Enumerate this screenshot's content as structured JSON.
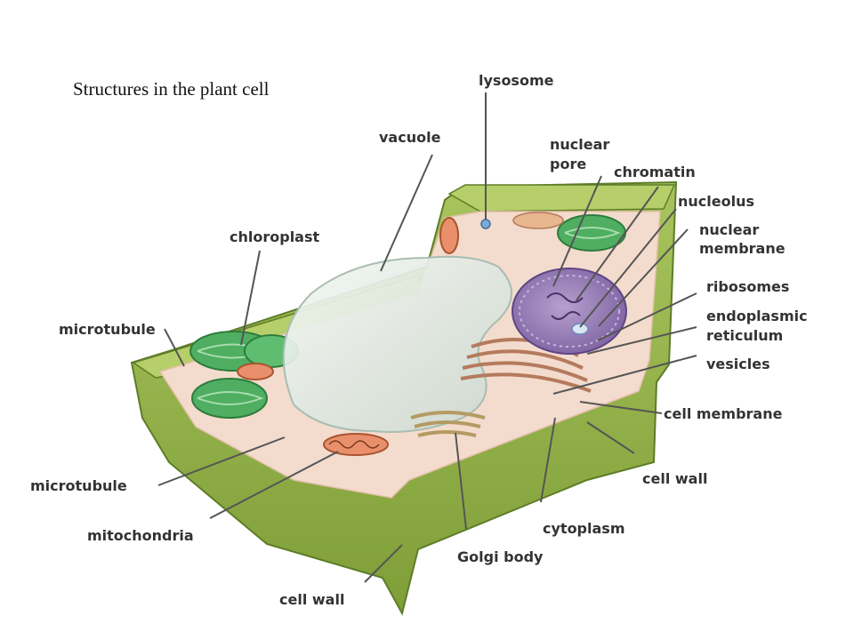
{
  "title": "Structures in the plant cell",
  "colors": {
    "cell_wall": "#93b24a",
    "cell_wall_dark": "#6f8f2f",
    "cytoplasm": "#f3dccd",
    "chloroplast": "#4fae61",
    "vacuole": "#dfe8e2",
    "nucleus": "#9b7fb8",
    "er": "#b57a5d",
    "label_text": "#333333",
    "leader_line": "#555555"
  },
  "labels": {
    "lysosome": "lysosome",
    "vacuole": "vacuole",
    "nuclear_pore_1": "nuclear",
    "nuclear_pore_2": "pore",
    "chromatin": "chromatin",
    "nucleolus": "nucleolus",
    "nuclear_membrane_1": "nuclear",
    "nuclear_membrane_2": "membrane",
    "chloroplast": "chloroplast",
    "ribosomes": "ribosomes",
    "er_1": "endoplasmic",
    "er_2": "reticulum",
    "microtubule_top": "microtubule",
    "vesicles": "vesicles",
    "cell_membrane": "cell membrane",
    "cell_wall_right": "cell wall",
    "microtubule_bottom": "microtubule",
    "cytoplasm": "cytoplasm",
    "mitochondria": "mitochondria",
    "golgi_body": "Golgi body",
    "cell_wall_bottom": "cell wall"
  }
}
